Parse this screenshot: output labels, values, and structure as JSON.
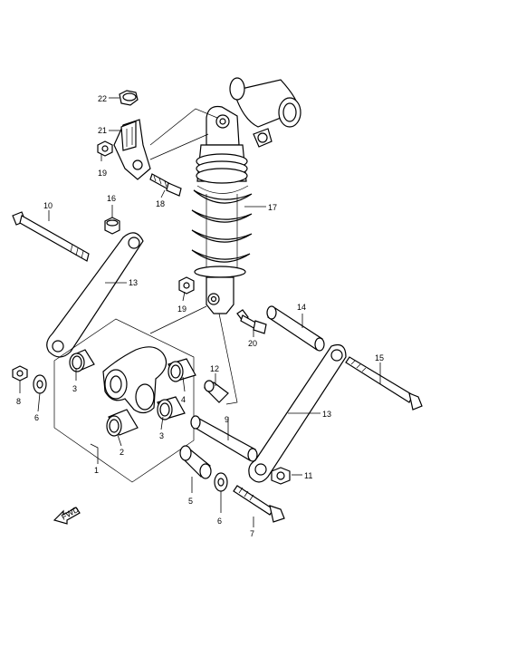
{
  "diagram": {
    "callouts": {
      "p1": "1",
      "p2": "2",
      "p3a": "3",
      "p3b": "3",
      "p4": "4",
      "p5": "5",
      "p6a": "6",
      "p6b": "6",
      "p7": "7",
      "p8": "8",
      "p9": "9",
      "p10": "10",
      "p11": "11",
      "p12": "12",
      "p13a": "13",
      "p13b": "13",
      "p14": "14",
      "p15": "15",
      "p16": "16",
      "p17": "17",
      "p18": "18",
      "p19a": "19",
      "p19b": "19",
      "p20": "20",
      "p21": "21",
      "p22": "22"
    },
    "front_arrow_label": "FWD"
  }
}
